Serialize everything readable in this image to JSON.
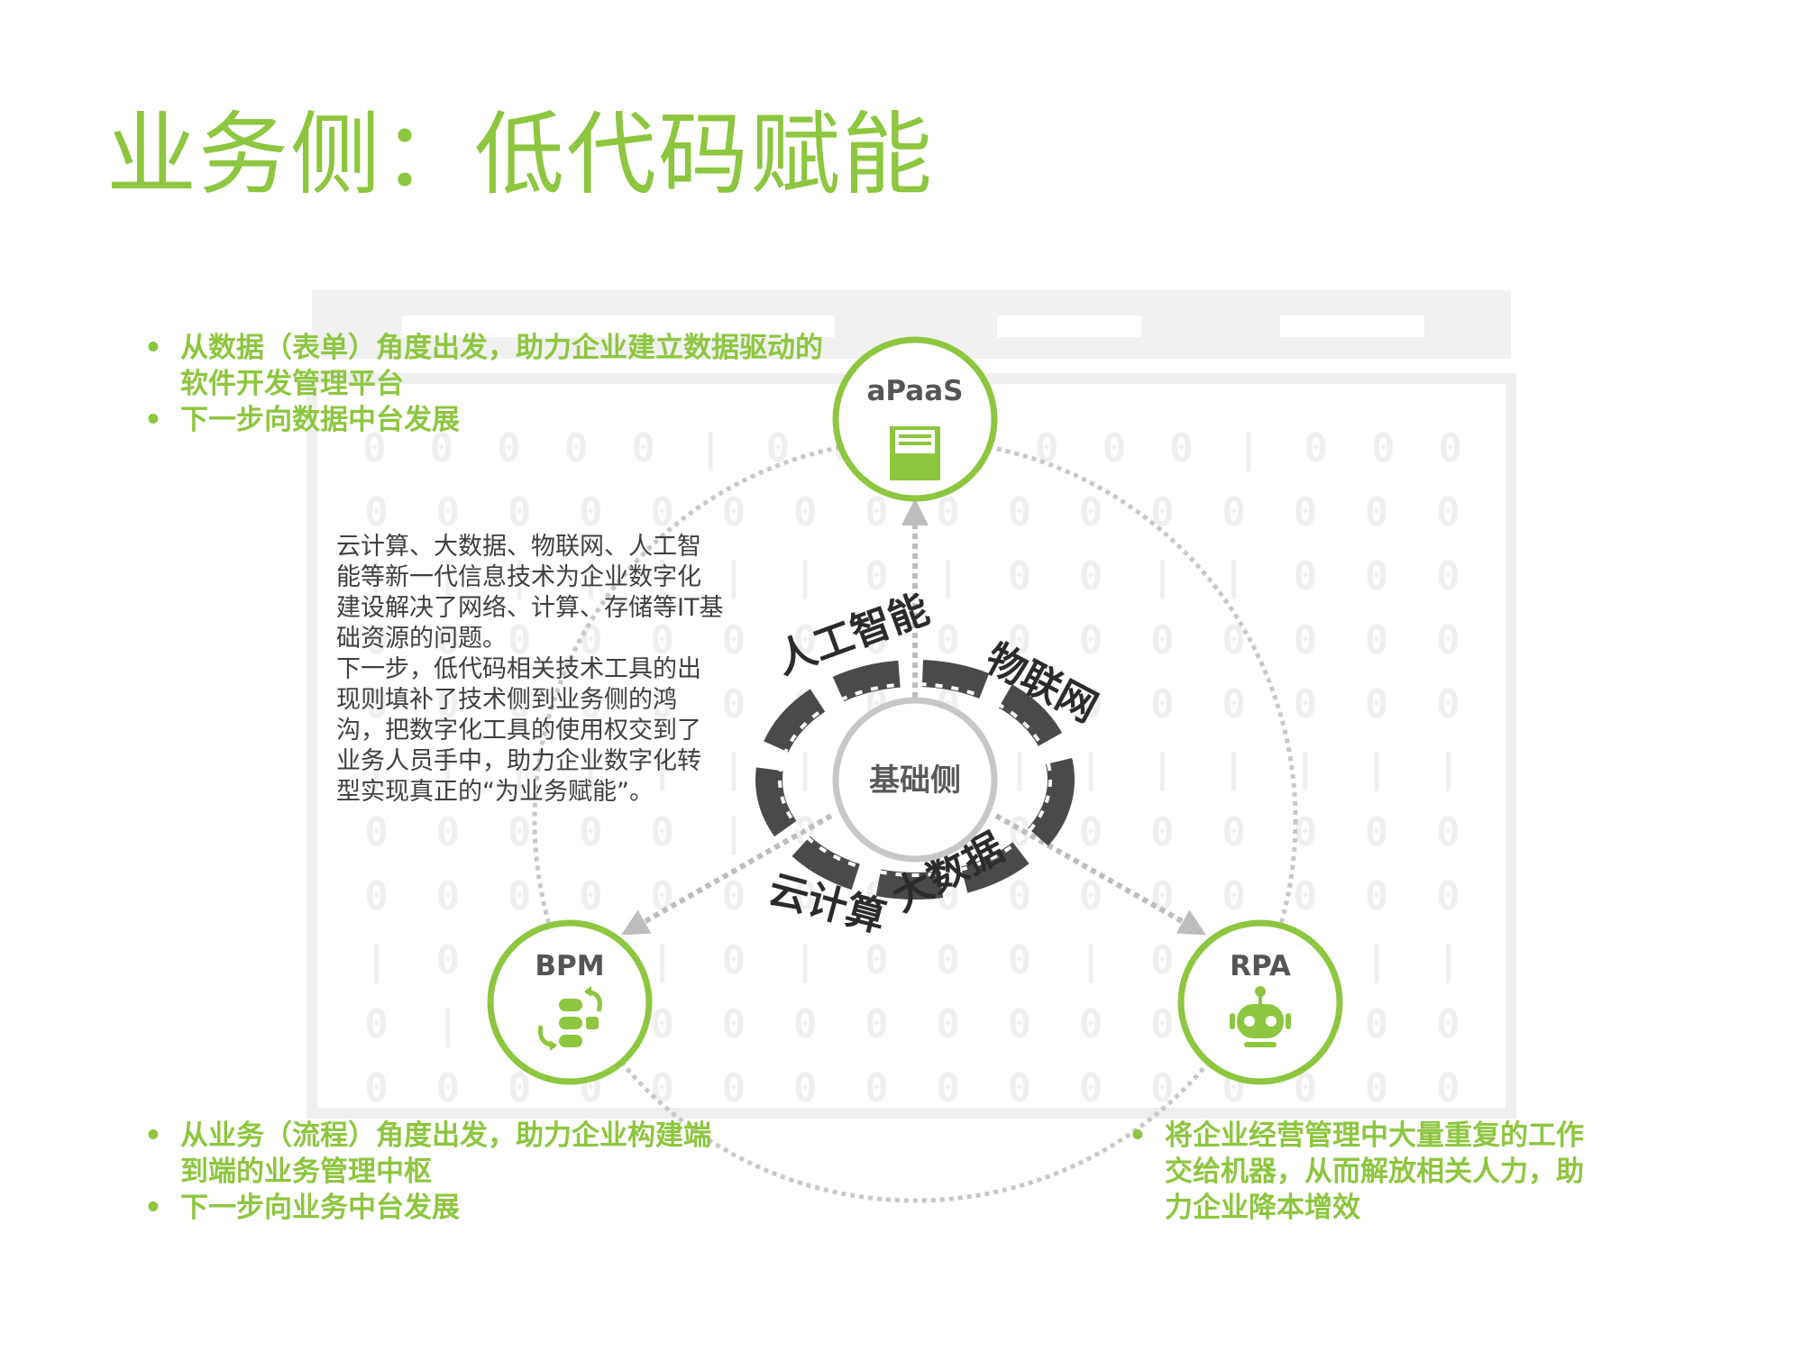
{
  "title": "业务侧：低代码赋能",
  "colors": {
    "accent": "#8dc63f",
    "ring_gray": "#c7c7c7",
    "arrow_gray": "#bdbdbd",
    "text_dark": "#3f3f3f",
    "binary_bg": "#efefef"
  },
  "background": {
    "binary_rows": [
      "0 0 0 0 0 | 0 0 0 | 0 0 0 | 0 0 0",
      "0 0 0 0 0 0 0 0 0 0 0 0 0 0 0 0",
      "| | | | | | | 0 | 0 0 | | 0 0 0",
      "0 0 0 0 0 0 0 0 0 0 0 0 0 0 0 0",
      "0 0 0 0 0 0 0 0 0 0 0 0 0 0 0 0",
      "| | | | | | | | | | | | | | | |",
      "0 0 0 0 0 | 0 0 0 0 0 0 0 0 0 0",
      "0 0 0 0 0 0 0 0 0 0 0 0 0 0 0 0",
      "| 0 | | | 0 | 0 0 0 | 0 | | | |",
      "0 | 0 0 0 0 0 0 0 0 0 0 0 0 0 0",
      "0 0 0 0 0 0 0 0 0 0 0 0 0 0 0 0"
    ]
  },
  "diagram": {
    "core": {
      "label": "基础侧",
      "ring_words": [
        "云计算",
        "大数据",
        "物联网",
        "人工智能"
      ]
    },
    "nodes": [
      {
        "id": "apaas",
        "label": "aPaaS",
        "icon": "form-icon"
      },
      {
        "id": "bpm",
        "label": "BPM",
        "icon": "process-flow-icon"
      },
      {
        "id": "rpa",
        "label": "RPA",
        "icon": "robot-icon"
      }
    ]
  },
  "bullets": {
    "apaas": [
      "从数据（表单）角度出发，助力企业建立数据驱动的软件开发管理平台",
      "下一步向数据中台发展"
    ],
    "bpm": [
      "从业务（流程）角度出发，助力企业构建端到端的业务管理中枢",
      "下一步向业务中台发展"
    ],
    "rpa": [
      "将企业经营管理中大量重复的工作交给机器，从而解放相关人力，助力企业降本增效"
    ]
  },
  "description": [
    "云计算、大数据、物联网、人工智能等新一代信息技术为企业数字化建设解决了网络、计算、存储等IT基础资源的问题。",
    "下一步，低代码相关技术工具的出现则填补了技术侧到业务侧的鸿沟，把数字化工具的使用权交到了业务人员手中，助力企业数字化转型实现真正的“为业务赋能”。"
  ]
}
